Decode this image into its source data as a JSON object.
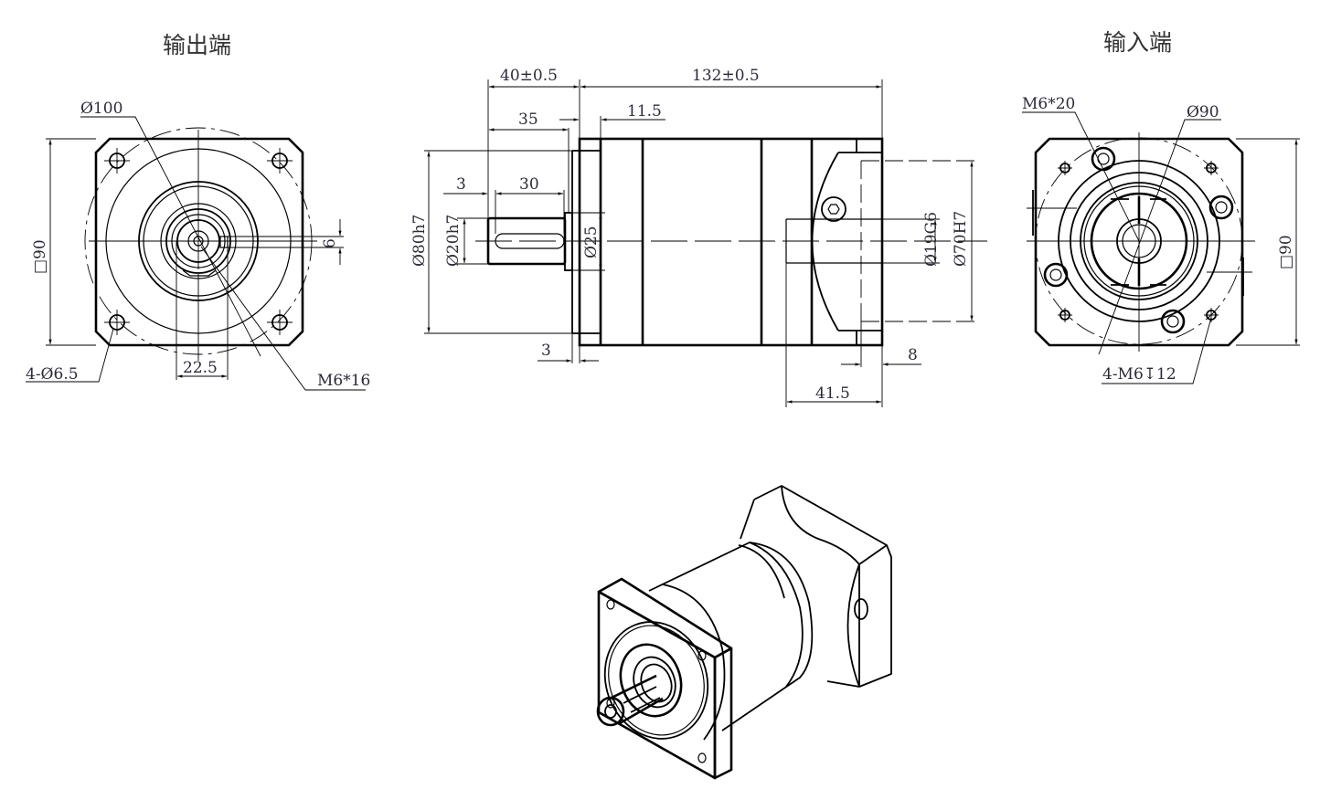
{
  "titles": {
    "output_end": "输出端",
    "input_end": "输入端"
  },
  "output_view": {
    "flange_dia": "Ø100",
    "square": "□90",
    "holes": "4-Ø6.5",
    "key_offset": "22.5",
    "center_thread": "M6*16",
    "key_width": "6"
  },
  "side_view": {
    "shaft_length": "40±0.5",
    "body_length": "132±0.5",
    "key_span": "35",
    "flange_thickness": "11.5",
    "key_start": "3",
    "key_length": "30",
    "pilot_dia": "Ø80h7",
    "shaft_dia": "Ø20h7",
    "shoulder_dia": "Ø25",
    "input_bore": "Ø19G6",
    "input_pilot": "Ø70H7",
    "pilot_depth": "3",
    "input_recess": "8",
    "input_depth": "41.5"
  },
  "input_view": {
    "clamp_screw": "M6*20",
    "pcd": "Ø90",
    "square": "□90",
    "tapped_holes": "4-M6↧12"
  }
}
